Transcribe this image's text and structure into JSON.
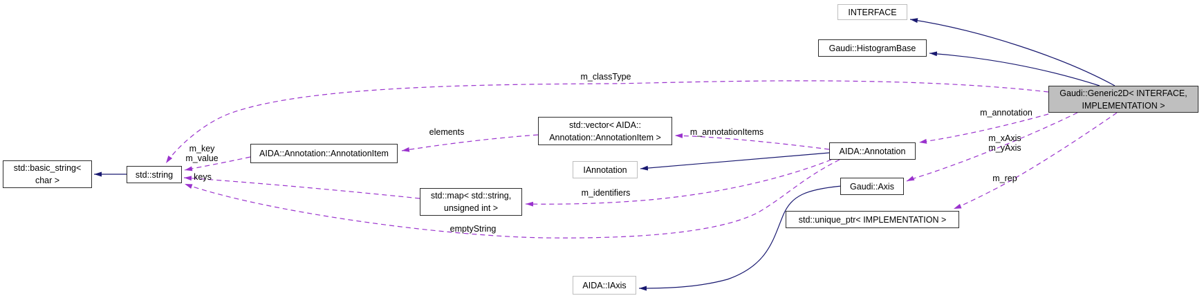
{
  "colors": {
    "inheritance_edge": "#191970",
    "usage_edge": "#9a32cd",
    "node_fill": "#ffffff",
    "selected_node_fill": "#bfbfbf",
    "node_border": "#2b2b2b",
    "external_node_border": "#bdbdbd",
    "background": "#ffffff",
    "text": "#000000"
  },
  "nodes": {
    "generic2d": {
      "label": "Gaudi::Generic2D< INTERFACE,\nIMPLEMENTATION >"
    },
    "interface": {
      "label": "INTERFACE"
    },
    "histogram_base": {
      "label": "Gaudi::HistogramBase"
    },
    "vector": {
      "label": "std::vector< AIDA::\nAnnotation::AnnotationItem >"
    },
    "annotation_item": {
      "label": "AIDA::Annotation::AnnotationItem"
    },
    "string": {
      "label": "std::string"
    },
    "basic_string": {
      "label": "std::basic_string<\nchar >"
    },
    "map": {
      "label": "std::map< std::string,\nunsigned int >"
    },
    "iannotation": {
      "label": "IAnnotation"
    },
    "annotation": {
      "label": "AIDA::Annotation"
    },
    "axis": {
      "label": "Gaudi::Axis"
    },
    "unique_ptr": {
      "label": "std::unique_ptr< IMPLEMENTATION >"
    },
    "iaxis": {
      "label": "AIDA::IAxis"
    }
  },
  "edge_labels": {
    "m_classType": "m_classType",
    "elements": "elements",
    "m_annotationItems": "m_annotationItems",
    "m_annotation": "m_annotation",
    "m_axes": "m_xAxis\nm_yAxis",
    "m_rep": "m_rep",
    "m_key_value": "m_key\nm_value",
    "keys": "keys",
    "m_identifiers": "m_identifiers",
    "emptyString": "emptyString"
  }
}
